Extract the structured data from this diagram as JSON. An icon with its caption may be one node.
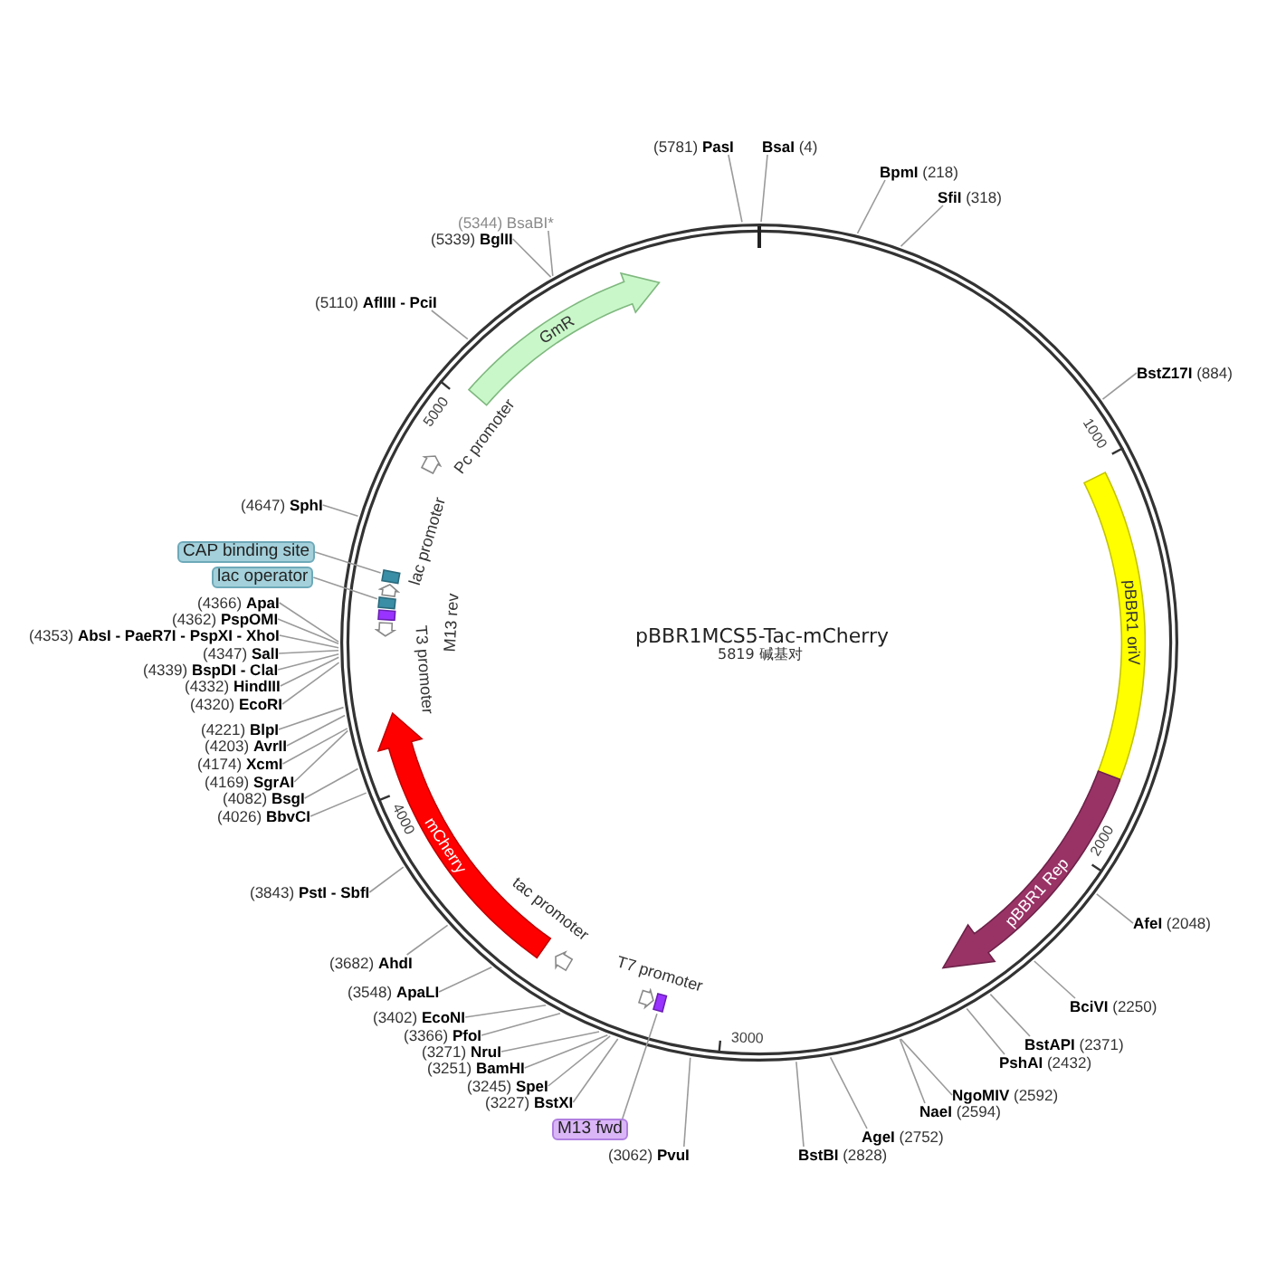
{
  "diagram": {
    "title": "pBBR1MCS5-Tac-mCherry",
    "nodes": [
      {
        "text": [
          "(5781) **PasI**"
        ]
      },
      {
        "text": [
          "**BsaI** (4)"
        ]
      },
      {
        "text": [
          "**BpmI** (218)"
        ]
      },
      {
        "text": [
          "**SfiI** (318)"
        ]
      },
      {
        "text": [
          "**BstZ17I** (884)"
        ]
      },
      {
        "text": [
          "**AfeI** (2048)"
        ]
      },
      {
        "text": [
          "**BciVI** (2250)"
        ]
      },
      {
        "text": [
          "**BstAPI** (2371)"
        ]
      },
      {
        "text": [
          "**PshAI** (2432)"
        ]
      },
      {
        "text": [
          "**NgoMIV** (2592)"
        ]
      },
      {
        "text": [
          "**NaeI** (2594)"
        ]
      },
      {
        "text": [
          "**AgeI** (2752)"
        ]
      },
      {
        "text": [
          "**BstBI** (2828)"
        ]
      },
      {
        "text": [
          "(3062) **PvuI**"
        ]
      },
      {
        "text": [
          "M13 fwd"
        ]
      },
      {
        "text": [
          "(3227) **BstXI**"
        ]
      },
      {
        "text": [
          "(3245) **SpeI**"
        ]
      },
      {
        "text": [
          "(3251) **BamHI**"
        ]
      },
      {
        "text": [
          "(3271) **NruI**"
        ]
      },
      {
        "text": [
          "(3366) **PfoI**"
        ]
      },
      {
        "text": [
          "(3402) **EcoNI**"
        ]
      },
      {
        "text": [
          "(3548) **ApaLI**"
        ]
      },
      {
        "text": [
          "(3682) **AhdI**"
        ]
      },
      {
        "text": [
          "(3843) **PstI - SbfI**"
        ]
      },
      {
        "text": [
          "(4026) **BbvCI**"
        ]
      },
      {
        "text": [
          "(4082) **BsgI**"
        ]
      },
      {
        "text": [
          "(4169) **SgrAI**"
        ]
      },
      {
        "text": [
          "(4174) **XcmI**"
        ]
      },
      {
        "text": [
          "(4203) **AvrII**"
        ]
      },
      {
        "text": [
          "(4221) **BlpI**"
        ]
      },
      {
        "text": [
          "(4320) **EcoRI**"
        ]
      },
      {
        "text": [
          "(4332) **HindIII**"
        ]
      },
      {
        "text": [
          "(4339) **BspDI - ClaI**"
        ]
      },
      {
        "text": [
          "(4347) **SalI**"
        ]
      },
      {
        "text": [
          "(4353) **AbsI - PaeR7I - PspXI - XhoI**"
        ]
      },
      {
        "text": [
          "(4362) **PspOMI**"
        ]
      },
      {
        "text": [
          "(4366) **ApaI**"
        ]
      },
      {
        "text": [
          "lac operator"
        ]
      },
      {
        "text": [
          "CAP binding site"
        ]
      },
      {
        "text": [
          "(4647) **SphI**"
        ]
      },
      {
        "text": [
          "(5110) **AflIII - PciI**"
        ]
      },
      {
        "text": [
          "(5339) **BglII**"
        ]
      },
      {
        "text": [
          "(5344) BsaBI*"
        ]
      },
      {
        "text": [
          "pBBR1 oriV"
        ]
      },
      {
        "text": [
          "pBBR1 Rep"
        ]
      },
      {
        "text": [],
        "shape": "box"
      },
      {
        "text": [
          "T7 promoter"
        ]
      },
      {
        "text": [
          "tac promoter"
        ]
      },
      {
        "text": [
          "mCherry"
        ]
      },
      {
        "text": [
          "T3 promoter"
        ]
      },
      {
        "text": [
          "M13 rev"
        ]
      },
      {
        "text": [],
        "shape": "box"
      },
      {
        "text": [
          "lac promoter"
        ]
      },
      {
        "text": [],
        "shape": "box"
      },
      {
        "text": [
          "Pc promoter"
        ]
      },
      {
        "text": [
          "GmR"
        ]
      }
    ],
    "edges": [
      {
        "from": 0,
        "to": null,
        "arrow": "none"
      },
      {
        "from": 1,
        "to": null,
        "arrow": "none"
      },
      {
        "from": 2,
        "to": null,
        "arrow": "none"
      },
      {
        "from": 3,
        "to": null,
        "arrow": "none"
      },
      {
        "from": 4,
        "to": null,
        "arrow": "none"
      },
      {
        "from": 5,
        "to": null,
        "arrow": "none"
      },
      {
        "from": 6,
        "to": null,
        "arrow": "none"
      },
      {
        "from": 7,
        "to": null,
        "arrow": "none"
      },
      {
        "from": 8,
        "to": null,
        "arrow": "none"
      },
      {
        "from": 9,
        "to": null,
        "arrow": "none"
      },
      {
        "from": 10,
        "to": null,
        "arrow": "none"
      },
      {
        "from": 11,
        "to": null,
        "arrow": "none"
      },
      {
        "from": 12,
        "to": null,
        "arrow": "none"
      },
      {
        "from": 13,
        "to": null,
        "arrow": "none"
      },
      {
        "from": 14,
        "to": 45,
        "arrow": "none"
      },
      {
        "from": 15,
        "to": null,
        "arrow": "none"
      },
      {
        "from": 16,
        "to": null,
        "arrow": "none"
      },
      {
        "from": 17,
        "to": null,
        "arrow": "none"
      },
      {
        "from": 18,
        "to": null,
        "arrow": "none"
      },
      {
        "from": 19,
        "to": null,
        "arrow": "none"
      },
      {
        "from": 20,
        "to": null,
        "arrow": "none"
      },
      {
        "from": 21,
        "to": null,
        "arrow": "none"
      },
      {
        "from": 22,
        "to": null,
        "arrow": "none"
      },
      {
        "from": 23,
        "to": null,
        "arrow": "none"
      },
      {
        "from": 24,
        "to": null,
        "arrow": "none"
      },
      {
        "from": 25,
        "to": null,
        "arrow": "none"
      },
      {
        "from": 26,
        "to": null,
        "arrow": "none"
      },
      {
        "from": 27,
        "to": null,
        "arrow": "none"
      },
      {
        "from": 28,
        "to": null,
        "arrow": "none"
      },
      {
        "from": 29,
        "to": null,
        "arrow": "none"
      },
      {
        "from": 30,
        "to": null,
        "arrow": "none"
      },
      {
        "from": 31,
        "to": null,
        "arrow": "none"
      },
      {
        "from": 32,
        "to": null,
        "arrow": "none"
      },
      {
        "from": 33,
        "to": null,
        "arrow": "none"
      },
      {
        "from": 34,
        "to": null,
        "arrow": "none"
      },
      {
        "from": 35,
        "to": null,
        "arrow": "none"
      },
      {
        "from": 36,
        "to": null,
        "arrow": "none"
      },
      {
        "from": 37,
        "to": 51,
        "arrow": "none"
      },
      {
        "from": 38,
        "to": 53,
        "arrow": "none"
      },
      {
        "from": 39,
        "to": null,
        "arrow": "none"
      },
      {
        "from": 40,
        "to": null,
        "arrow": "none"
      },
      {
        "from": 41,
        "to": null,
        "arrow": "none"
      },
      {
        "from": 42,
        "to": null,
        "arrow": "none"
      }
    ],
    "labels": [
      "5819 碱基对",
      "1000",
      "2000",
      "3000",
      "4000",
      "5000"
    ]
  }
}
